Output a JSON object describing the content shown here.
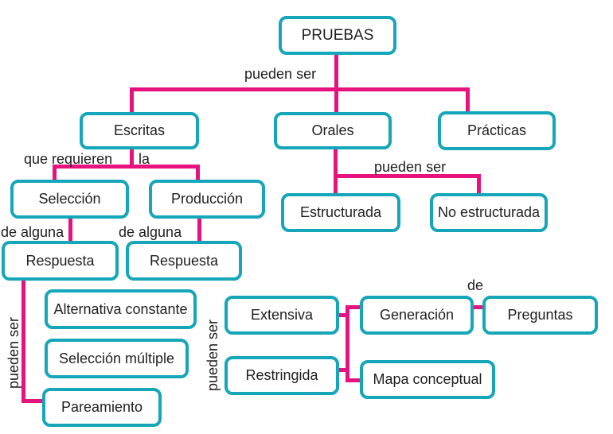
{
  "colors": {
    "box_border": "#16a6b9",
    "connector": "#e6137f",
    "text": "#1f1f1f",
    "background": "#ffffff"
  },
  "nodes": {
    "pruebas": {
      "label": "PRUEBAS"
    },
    "escritas": {
      "label": "Escritas"
    },
    "orales": {
      "label": "Orales"
    },
    "practicas": {
      "label": "Prácticas"
    },
    "seleccion": {
      "label": "Selección"
    },
    "produccion": {
      "label": "Producción"
    },
    "estructurada": {
      "label": "Estructurada"
    },
    "no_estructurada": {
      "label": "No estructurada"
    },
    "respuesta_izq": {
      "label": "Respuesta"
    },
    "respuesta_der": {
      "label": "Respuesta"
    },
    "alternativa_constante": {
      "label": "Alternativa constante"
    },
    "seleccion_multiple": {
      "label": "Selección múltiple"
    },
    "pareamiento": {
      "label": "Pareamiento"
    },
    "extensiva": {
      "label": "Extensiva"
    },
    "restringida": {
      "label": "Restringida"
    },
    "generacion": {
      "label": "Generación"
    },
    "preguntas": {
      "label": "Preguntas"
    },
    "mapa_conceptual": {
      "label": "Mapa conceptual"
    }
  },
  "edge_labels": {
    "top_pueden_ser": {
      "text": "pueden ser"
    },
    "que_requieren": {
      "text": "que requieren"
    },
    "la": {
      "text": "la"
    },
    "de_alguna_1": {
      "text": "de alguna"
    },
    "de_alguna_2": {
      "text": "de alguna"
    },
    "orales_pueden_ser": {
      "text": "pueden ser"
    },
    "de": {
      "text": "de"
    },
    "respuesta_pueden_ser": {
      "text": "pueden ser"
    },
    "produccion_pueden_ser": {
      "text": "pueden ser"
    }
  },
  "edges": [
    {
      "from": "PRUEBAS",
      "to": "Escritas",
      "label": "pueden ser"
    },
    {
      "from": "PRUEBAS",
      "to": "Orales",
      "label": "pueden ser"
    },
    {
      "from": "PRUEBAS",
      "to": "Prácticas",
      "label": "pueden ser"
    },
    {
      "from": "Escritas",
      "to": "Selección",
      "label": "que requieren la"
    },
    {
      "from": "Escritas",
      "to": "Producción",
      "label": "que requieren la"
    },
    {
      "from": "Selección",
      "to": "Respuesta",
      "label": "de alguna"
    },
    {
      "from": "Producción",
      "to": "Respuesta",
      "label": "de alguna"
    },
    {
      "from": "Orales",
      "to": "Estructurada",
      "label": "pueden ser"
    },
    {
      "from": "Orales",
      "to": "No estructurada",
      "label": "pueden ser"
    },
    {
      "from": "Respuesta (de selección)",
      "to": "Alternativa constante",
      "label": "pueden ser"
    },
    {
      "from": "Respuesta (de selección)",
      "to": "Selección múltiple",
      "label": "pueden ser"
    },
    {
      "from": "Respuesta (de selección)",
      "to": "Pareamiento",
      "label": "pueden ser"
    },
    {
      "from": "Respuesta (de producción)",
      "to": "Extensiva",
      "label": "pueden ser"
    },
    {
      "from": "Respuesta (de producción)",
      "to": "Restringida",
      "label": "pueden ser"
    },
    {
      "from": "Extensiva",
      "to": "Generación",
      "label": ""
    },
    {
      "from": "Restringida",
      "to": "Mapa conceptual",
      "label": ""
    },
    {
      "from": "Generación",
      "to": "Preguntas",
      "label": "de"
    }
  ]
}
